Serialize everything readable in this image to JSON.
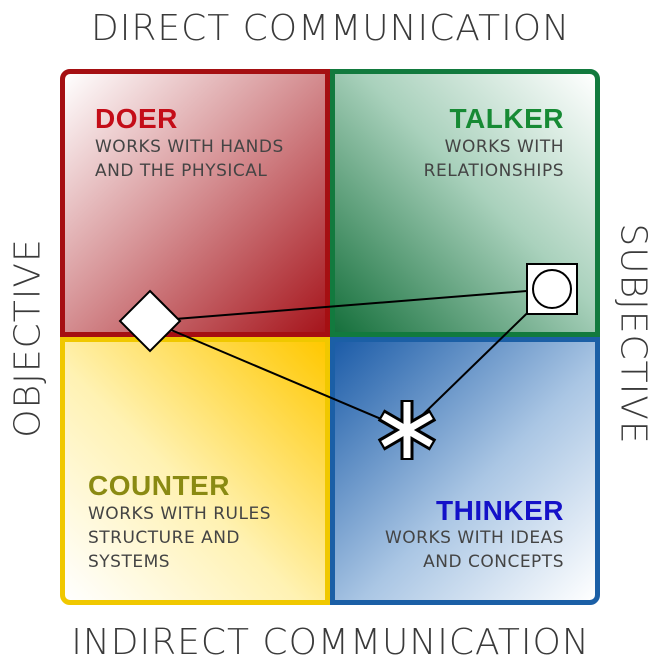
{
  "axes": {
    "top": "DIRECT COMMUNICATION",
    "bottom": "INDIRECT COMMUNICATION",
    "left": "OBJECTIVE",
    "right": "SUBJECTIVE"
  },
  "quadrants": {
    "doer": {
      "title": "DOER",
      "lines": [
        "WORKS WITH HANDS",
        "AND THE PHYSICAL"
      ],
      "color": "#c40d18"
    },
    "talker": {
      "title": "TALKER",
      "lines": [
        "WORKS WITH",
        "RELATIONSHIPS"
      ],
      "color": "#168a34"
    },
    "counter": {
      "title": "COUNTER",
      "lines": [
        "WORKS WITH RULES",
        "STRUCTURE AND",
        "SYSTEMS"
      ],
      "color": "#8a8a12"
    },
    "thinker": {
      "title": "THINKER",
      "lines": [
        "WORKS WITH IDEAS",
        "AND CONCEPTS"
      ],
      "color": "#1411c8"
    }
  },
  "markers": {
    "diamond": "diamond-marker",
    "circle": "circle-in-square-marker",
    "asterisk": "asterisk-marker"
  }
}
